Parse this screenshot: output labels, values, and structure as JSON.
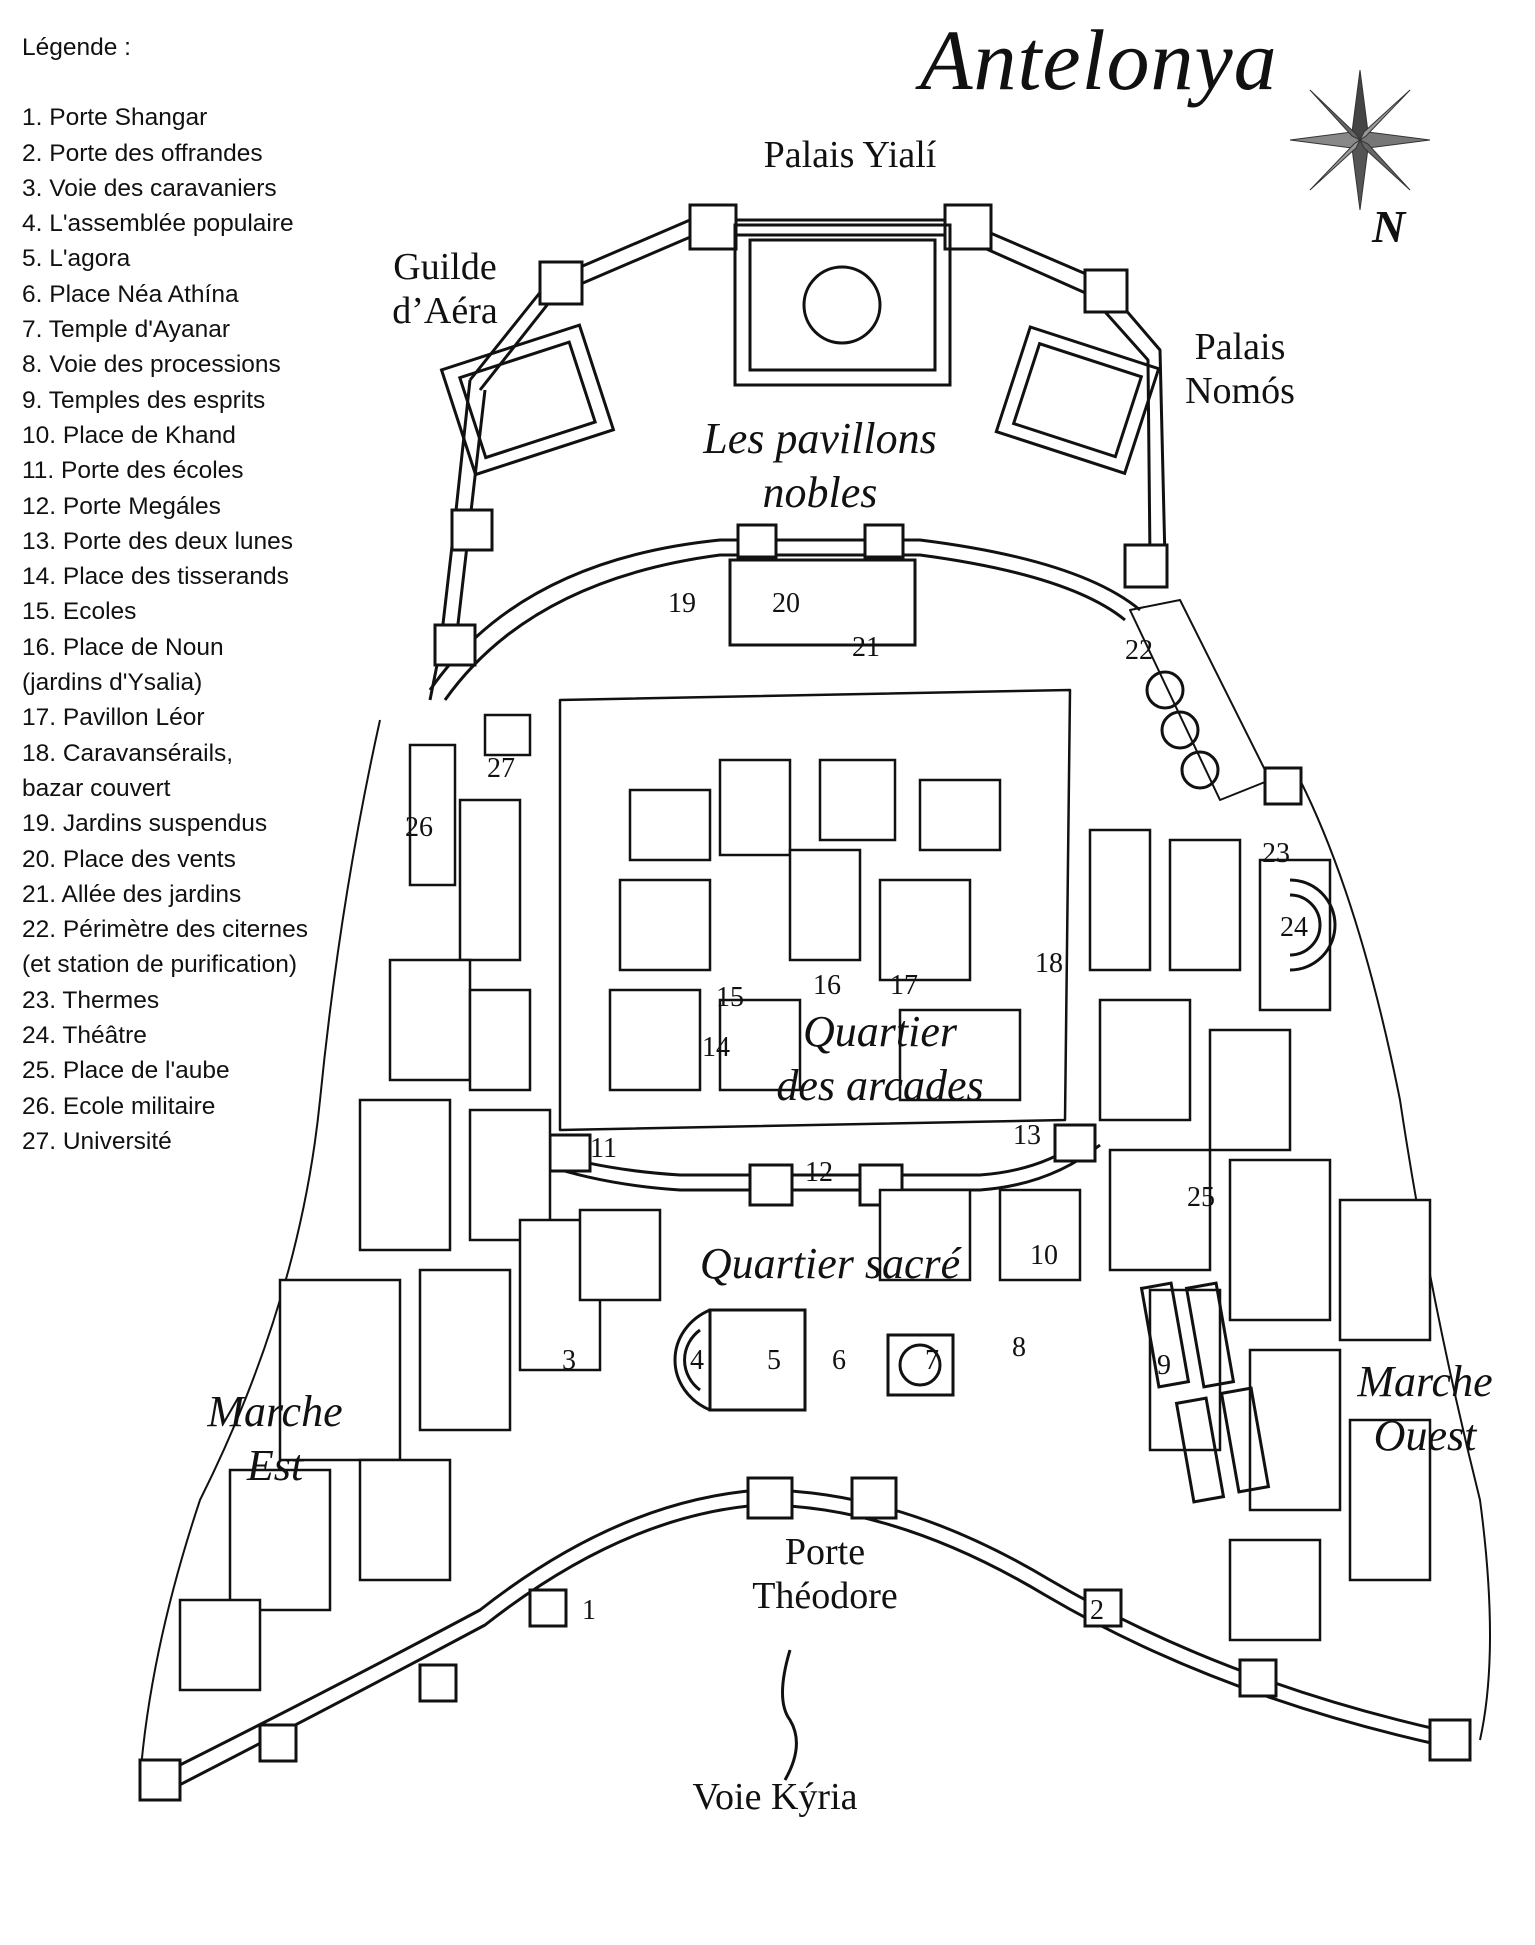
{
  "title": "Antelonya",
  "north_label": "N",
  "legend": {
    "title": "Légende :",
    "items": [
      "1. Porte Shangar",
      "2. Porte des offrandes",
      "3. Voie des caravaniers",
      "4. L'assemblée populaire",
      "5. L'agora",
      "6. Place Néa Athína",
      "7. Temple d'Ayanar",
      "8. Voie des processions",
      "9. Temples des esprits",
      "10. Place de Khand",
      "11. Porte des écoles",
      "12. Porte Megáles",
      "13. Porte des deux lunes",
      "14. Place des tisserands",
      "15. Ecoles",
      "16. Place de Noun",
      "(jardins d'Ysalia)",
      "17. Pavillon Léor",
      "18. Caravansérails,",
      "bazar couvert",
      "19. Jardins suspendus",
      "20. Place des vents",
      "21. Allée des jardins",
      "22. Périmètre des citernes",
      "(et station de purification)",
      "23. Thermes",
      "24. Théâtre",
      "25. Place de l'aube",
      "26. Ecole militaire",
      "27. Université"
    ]
  },
  "labels": {
    "palais_yiali": "Palais Yialí",
    "guilde_line1": "Guilde",
    "guilde_line2": "d’Aéra",
    "nomos_line1": "Palais",
    "nomos_line2": "Nomós",
    "pavillons_line1": "Les pavillons",
    "pavillons_line2": "nobles",
    "arcades_line1": "Quartier",
    "arcades_line2": "des arcades",
    "sacre": "Quartier sacré",
    "marche_est_line1": "Marche",
    "marche_est_line2": "Est",
    "marche_ouest_line1": "Marche",
    "marche_ouest_line2": "Ouest",
    "porte_theodore_line1": "Porte",
    "porte_theodore_line2": "Théodore",
    "voie_kyria": "Voie Kýria"
  },
  "map_numbers": [
    "1",
    "2",
    "3",
    "4",
    "5",
    "6",
    "7",
    "8",
    "9",
    "10",
    "11",
    "12",
    "13",
    "14",
    "15",
    "16",
    "17",
    "18",
    "19",
    "20",
    "21",
    "22",
    "23",
    "24",
    "25",
    "26",
    "27"
  ]
}
